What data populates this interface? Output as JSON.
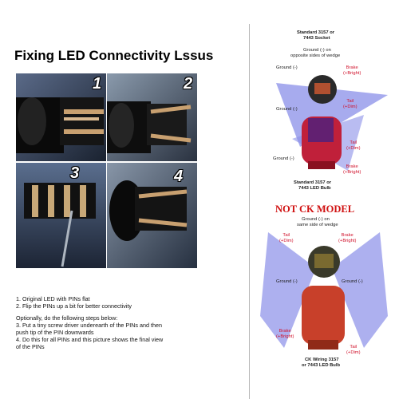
{
  "title": "Fixing LED Connectivity Lssus",
  "photos": {
    "labels": [
      "1",
      "2",
      "3",
      "4"
    ]
  },
  "steps": {
    "line1": "1. Original LED with PINs flat",
    "line2": "2. Flip the PINs up a bit for better connectivity",
    "line3": "Optionally, do the following steps below:",
    "line4": "3. Put a tiny screw driver underearth of the PINs and then",
    "line5": "push tip of the PIN downwards",
    "line6": "4. Do this for all PINs and this picture shows the final view",
    "line7": "of the PINs"
  },
  "diagram_top": {
    "header_1": "Standard 3157 or",
    "header_2": "7443 Socket",
    "header_3": "Ground (-) on",
    "header_4": "opposite sides of wedge",
    "ground_1": "Ground (-)",
    "ground_2": "Ground (-)",
    "brake_1": "Brake",
    "brake_2": "(+Bright)",
    "tail_1": "Tail",
    "tail_2": "(+Dim)",
    "bulb_tail_1": "Tail",
    "bulb_tail_2": "(+Dim)",
    "bulb_ground": "Ground (-)",
    "bulb_brake_1": "Brake",
    "bulb_brake_2": "(+Bright)",
    "footer_1": "Standard 3157 or",
    "footer_2": "7443 LED Bulb"
  },
  "not_ck": "NOT CK MODEL",
  "diagram_bottom": {
    "header_1": "Ground (-) on",
    "header_2": "same side of wedge",
    "tail_1": "Tail",
    "tail_2": "(+Dim)",
    "brake_1": "Brake",
    "brake_2": "(+Bright)",
    "ground_left": "Ground (-)",
    "ground_right": "Ground (-)",
    "bulb_brake_1": "Brake",
    "bulb_brake_2": "(+Bright)",
    "bulb_tail_1": "Tail",
    "bulb_tail_2": "(+Dim)",
    "footer_1": "CK Wiring 3157",
    "footer_2": "or 7443 LED Bulb"
  },
  "colors": {
    "label_red": "#d0102a",
    "wedge_blue": "#8a8fe8",
    "bulb_red": "#c0203a"
  }
}
